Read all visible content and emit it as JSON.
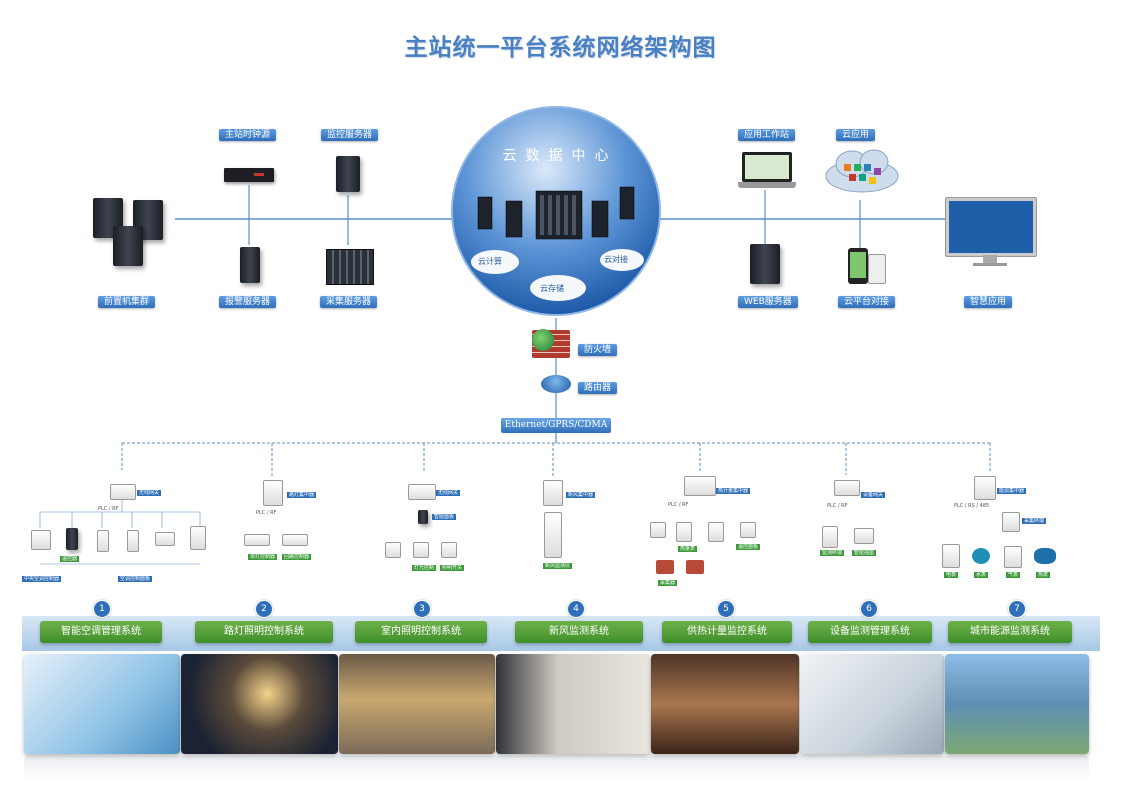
{
  "title": "主站统一平台系统网络架构图",
  "cloud": {
    "title": "云数据中心",
    "bubbles": [
      "云计算",
      "云对接",
      "云存储"
    ]
  },
  "left_servers": {
    "time_source": "主站时钟源",
    "monitor_server": "监控服务器",
    "frontend_cluster": "前置机集群",
    "alarm_server": "报警服务器",
    "collect_server": "采集服务器"
  },
  "right_nodes": {
    "app_workstation": "应用工作站",
    "cloud_app": "云应用",
    "web_server": "WEB服务器",
    "cloud_connect": "云平台对接",
    "smart_app": "智慧应用"
  },
  "network": {
    "firewall": "防火墙",
    "router": "路由器",
    "link": "Ethernet/GPRS/CDMA"
  },
  "sub_device_text": {
    "s1": [
      "PLC / RF",
      "无线网关",
      "中央空调控制器",
      "空调控制面板",
      "温控器"
    ],
    "s2": [
      "PLC / RF",
      "路灯集中器",
      "单灯控制器",
      "回路控制器"
    ],
    "s3": [
      "无线网关",
      "智能面板",
      "灯光控制",
      "照明开关"
    ],
    "s4": [
      "新风集中器",
      "新风监测仪"
    ],
    "s5": [
      "PLC / RF",
      "热计量集中器",
      "热量表",
      "温控面板",
      "采集器"
    ],
    "s6": [
      "PLC / RF",
      "设备网关",
      "监测终端",
      "智能插座"
    ],
    "s7": [
      "PLC / RS / 485",
      "能源集中器",
      "采集终端",
      "电表",
      "水表",
      "气表",
      "热表"
    ]
  },
  "systems": [
    {
      "num": "1",
      "name": "智能空调管理系统"
    },
    {
      "num": "2",
      "name": "路灯照明控制系统"
    },
    {
      "num": "3",
      "name": "室内照明控制系统"
    },
    {
      "num": "4",
      "name": "新风监测系统"
    },
    {
      "num": "5",
      "name": "供热计量监控系统"
    },
    {
      "num": "6",
      "name": "设备监测管理系统"
    },
    {
      "num": "7",
      "name": "城市能源监测系统"
    }
  ],
  "colors": {
    "title": "#4a7fc1",
    "tag_blue": "#2f6fb9",
    "panel_green": "#4a9a32",
    "bus_line": "#5b8fc9"
  }
}
